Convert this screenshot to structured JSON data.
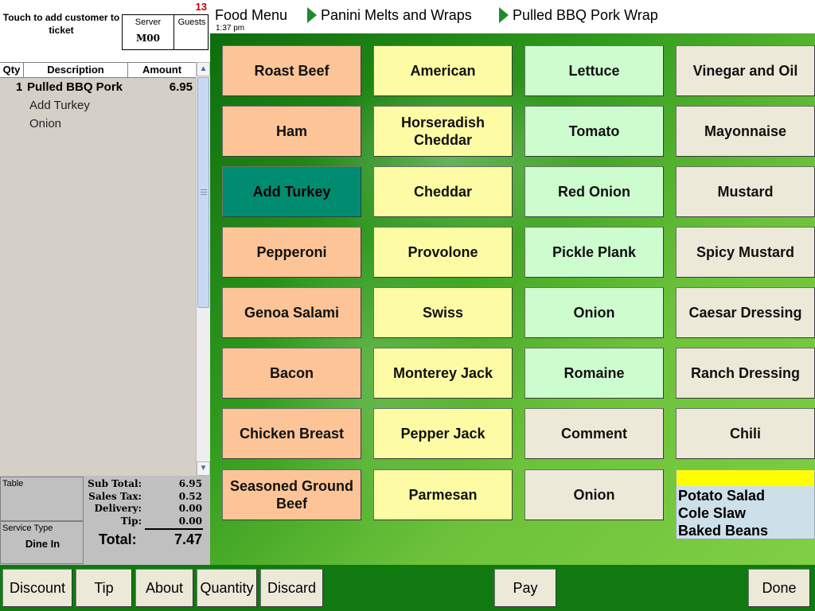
{
  "ticket": {
    "touch_add_customer": "Touch to add customer to ticket",
    "ticket_number": "13",
    "server_label": "Server",
    "server_value": "M00",
    "guests_label": "Guests",
    "columns": [
      "Qty",
      "Description",
      "Amount"
    ],
    "items": [
      {
        "qty": "1",
        "description": "Pulled BBQ Pork",
        "amount": "6.95",
        "modifiers": [
          "Add Turkey",
          "Onion"
        ]
      }
    ],
    "table_label": "Table",
    "service_type_label": "Service Type",
    "service_type_value": "Dine In",
    "totals": {
      "subtotal_label": "Sub Total:",
      "subtotal": "6.95",
      "tax_label": "Sales Tax:",
      "tax": "0.52",
      "delivery_label": "Delivery:",
      "delivery": "0.00",
      "tip_label": "Tip:",
      "tip": "0.00",
      "total_label": "Total:",
      "total": "7.47"
    }
  },
  "header": {
    "crumbs": [
      "Food Menu",
      "Panini Melts and Wraps",
      "Pulled BBQ Pork Wrap"
    ],
    "time": "1:37 pm"
  },
  "menu": {
    "columns": [
      [
        "Roast Beef",
        "Ham",
        "Add Turkey",
        "Pepperoni",
        "Genoa Salami",
        "Bacon",
        "Chicken Breast",
        "Seasoned Ground Beef"
      ],
      [
        "American",
        "Horseradish Cheddar",
        "Cheddar",
        "Provolone",
        "Swiss",
        "Monterey Jack",
        "Pepper Jack",
        "Parmesan"
      ],
      [
        "Lettuce",
        "Tomato",
        "Red Onion",
        "Pickle Plank",
        "Onion",
        "Romaine",
        "Comment",
        "Onion"
      ],
      [
        "Vinegar and Oil",
        "Mayonnaise",
        "Mustard",
        "Spicy Mustard",
        "Caesar Dressing",
        "Ranch Dressing",
        "Chili"
      ]
    ],
    "sides": [
      "Potato Salad",
      "Cole Slaw",
      "Baked Beans"
    ]
  },
  "colors": {
    "meat": "#fcc497",
    "cheese": "#fdfca4",
    "veggie": "#cdfdcf",
    "condiment": "#ece9d8",
    "selected": "#008c70",
    "background_green": "#2f9a1c",
    "bottom_bar": "#107a10",
    "crumb_arrow": "#1f8a2c"
  },
  "bottom": {
    "discount": "Discount",
    "tip": "Tip",
    "about": "About",
    "quantity": "Quantity",
    "discard": "Discard",
    "pay": "Pay",
    "done": "Done"
  }
}
